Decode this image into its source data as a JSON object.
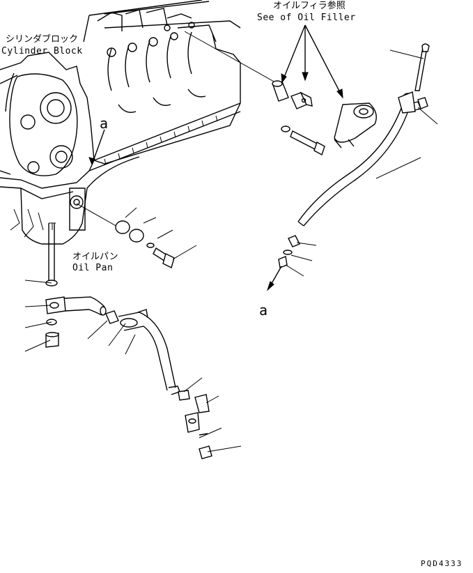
{
  "labels": {
    "oil_filler_jp": "オイルフィラ参照",
    "oil_filler_en": "See of Oil Filler",
    "cylinder_block_jp": "シリンダブロック",
    "cylinder_block_en": "Cylinder Block",
    "oil_pan_jp": "オイルパン",
    "oil_pan_en": "Oil Pan",
    "ref_a_upper": "a",
    "ref_a_lower": "a",
    "drawing_code": "PQD4333"
  }
}
